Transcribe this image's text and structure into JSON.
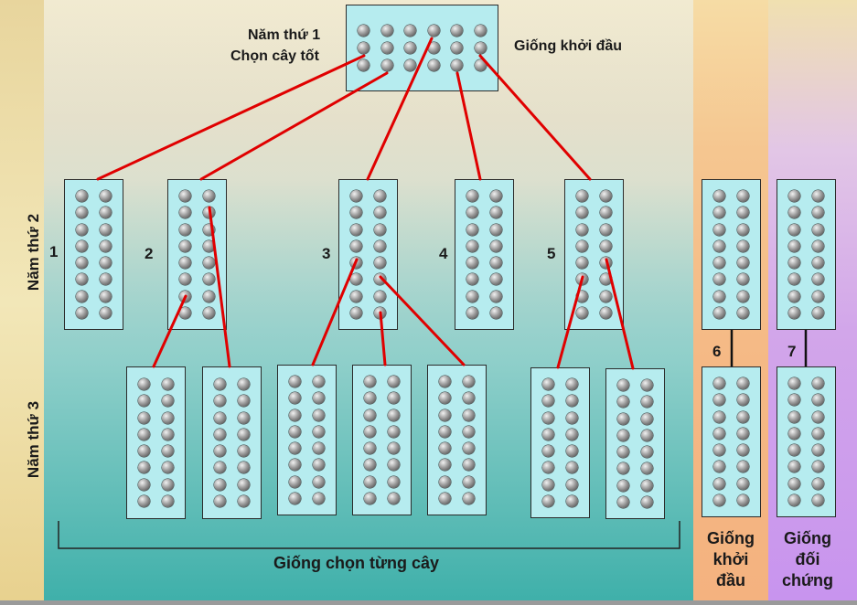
{
  "title_year1": "Năm thứ 1",
  "title_select": "Chọn cây tốt",
  "initial_variety": "Giống khởi đầu",
  "year2_label": "Năm thứ 2",
  "year3_label": "Năm thứ 3",
  "plot_numbers": [
    "1",
    "2",
    "3",
    "4",
    "5",
    "6",
    "7"
  ],
  "bottom_label": "Giống chọn từng cây",
  "orange_col_label": [
    "Giống",
    "khởi",
    "đầu"
  ],
  "purple_col_label": [
    "Giống",
    "đối",
    "chứng"
  ],
  "colors": {
    "plot_fill": "#b6ecef",
    "line": "#e00000",
    "orange_column": "#f5b985",
    "purple_column": "#c894ee"
  }
}
